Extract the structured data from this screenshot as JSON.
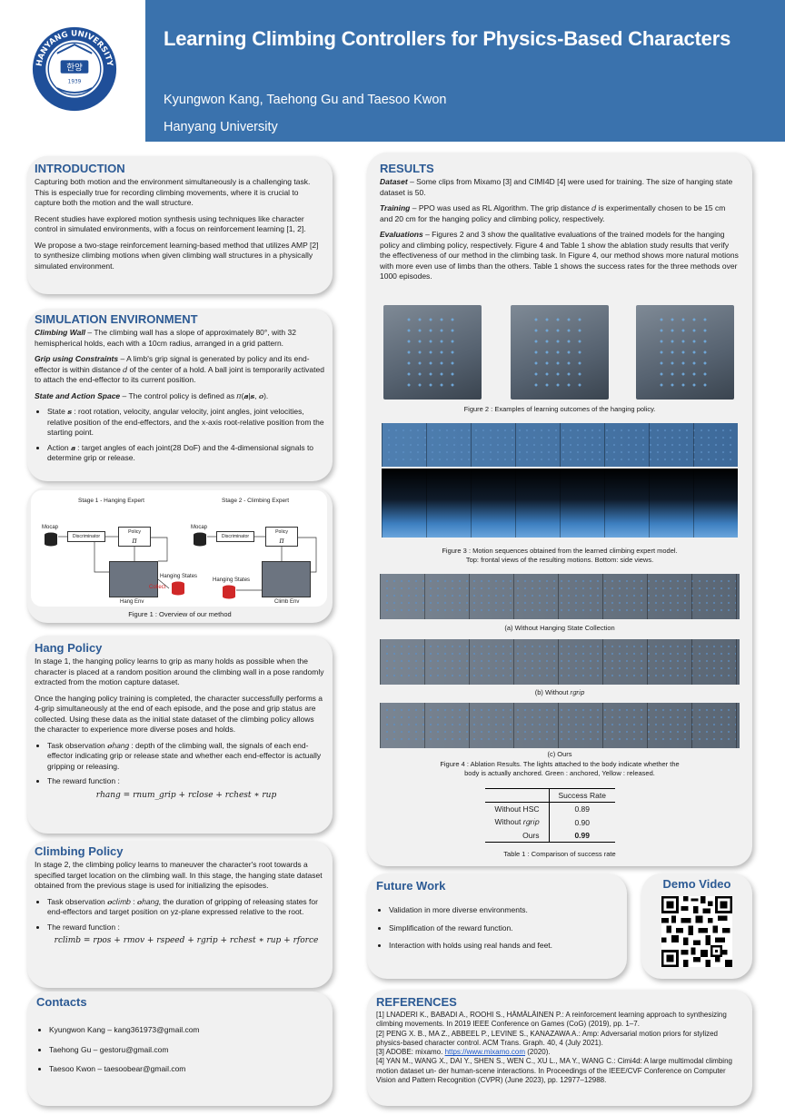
{
  "header": {
    "title": "Learning Climbing Controllers for Physics-Based Characters",
    "authors": "Kyungwon Kang, Taehong Gu and Taesoo Kwon",
    "affiliation": "Hanyang University",
    "logo_text_top": "HANYANG UNIVERSITY",
    "logo_text_center": "한양",
    "logo_year": "1939"
  },
  "intro": {
    "heading": "INTRODUCTION",
    "p1": "Capturing both motion and the environment simultaneously is a challenging task. This is especially true for recording climbing movements, where it is crucial to capture both the motion and the wall structure.",
    "p2": "Recent studies have explored motion synthesis using techniques like character control in simulated environments, with a focus on reinforcement learning [1, 2].",
    "p3": "We propose a two-stage reinforcement learning-based method that utilizes AMP [2] to synthesize climbing motions when given climbing wall structures in a physically simulated environment."
  },
  "sim": {
    "heading": "SIMULATION ENVIRONMENT",
    "wall_label": "Climbing Wall",
    "wall_text": " – The climbing wall has a slope of approximately 80°, with 32 hemispherical holds, each with a 10cm radius, arranged in a grid pattern.",
    "grip_label": "Grip using Constraints",
    "grip_text": " – A limb's grip signal is generated by policy and its end-effector is within distance 𝑑 of the center of a hold. A ball joint is temporarily activated to attach the end-effector to its current position.",
    "state_label": "State and Action Space",
    "state_text": " – The control policy is defined as 𝜋(𝒂|𝒔, 𝒐).",
    "bullet1": "State 𝒔 : root rotation, velocity, angular velocity, joint angles, joint velocities, relative position of the end-effectors, and the x-axis root-relative position from the starting point.",
    "bullet2": "Action 𝒂 :  target angles of each joint(28 DoF) and the 4-dimensional signals to determine grip or release."
  },
  "fig1": {
    "stage1": "Stage 1 - Hanging Expert",
    "stage2": "Stage 2 - Climbing Expert",
    "mocap": "Mocap",
    "discriminator": "Discriminator",
    "policy": "Policy",
    "pi": "π",
    "hanging_states": "Hanging States",
    "collect": "Collect",
    "hang_env": "Hang Env",
    "climb_env": "Climb Env",
    "caption": "Figure 1 : Overview of our method"
  },
  "hang": {
    "heading": "Hang Policy",
    "p1": "In stage 1, the hanging policy learns to grip as many holds as possible when the character is placed at a random position around the climbing wall in a pose randomly extracted from the motion capture dataset.",
    "p2": "Once the hanging policy training is completed, the character successfully performs a 4-grip simultaneously at the end of each episode, and the pose and grip status are collected. Using these data as the initial state dataset of the climbing policy allows the character to experience more diverse poses and holds.",
    "bullet1": "Task observation 𝒐ℎ𝑎𝑛𝑔 : depth of the climbing wall, the signals of each end-effector indicating grip or release state and whether each end-effector is actually gripping or releasing.",
    "bullet2": "The reward function :",
    "equation": "rhang  =  rnum_grip  +  rclose  +  rchest ∗ rup"
  },
  "climb": {
    "heading": "Climbing Policy",
    "p1": "In stage 2, the climbing policy learns to maneuver the character's root towards a specified target location on the climbing wall. In this stage, the hanging state dataset obtained from the previous stage is used for initializing the episodes.",
    "bullet1": "Task observation 𝒐𝑐𝑙𝑖𝑚𝑏 : 𝒐ℎ𝑎𝑛𝑔, the duration of gripping of releasing states for end-effectors and target position on yz-plane expressed relative to the root.",
    "bullet2": "The reward  function :",
    "equation": "rclimb  =  rpos  +  rmov + rspeed + rgrip + rchest ∗ rup + rforce"
  },
  "contacts": {
    "heading": "Contacts",
    "items": [
      "Kyungwon Kang – kang361973@gmail.com",
      "Taehong Gu – gestoru@gmail.com",
      "Taesoo Kwon – taesoobear@gmail.com"
    ]
  },
  "results": {
    "heading": "RESULTS",
    "dataset_label": "Dataset",
    "dataset_text": " – Some clips from Mixamo [3] and CIMI4D [4] were used for training. The size of hanging state dataset is 50.",
    "training_label": "Training",
    "training_text": " – PPO was used as RL Algorithm. The grip distance 𝑑 is experimentally chosen to be 15 cm and 20 cm for the hanging policy and climbing policy, respectively.",
    "eval_label": "Evaluations",
    "eval_text": " – Figures 2 and 3 show the qualitative evaluations of the trained models for the hanging policy and climbing policy, respectively. Figure 4 and Table 1 show the ablation study results that verify the effectiveness of our method in the climbing task. In Figure 4, our method shows more natural motions with more even use of limbs than the others. Table 1 shows the success rates for the three methods over 1000 episodes.",
    "fig2_caption": "Figure 2 : Examples of learning outcomes of the hanging policy.",
    "fig3_caption1": "Figure 3 : Motion sequences obtained from the learned climbing expert model.",
    "fig3_caption2": "Top: frontal views of the resulting motions. Bottom: side views.",
    "fig4a": "(a) Without Hanging State Collection",
    "fig4b": "(b) Without 𝑟𝑔𝑟𝑖𝑝",
    "fig4c": "(c) Ours",
    "fig4_caption1": "Figure 4 : Ablation Results. The lights attached to the body indicate whether the",
    "fig4_caption2": "body is actually anchored. Green : anchored, Yellow : released.",
    "table_header": "Success Rate",
    "table_rows": [
      {
        "method": "Without HSC",
        "rate": "0.89"
      },
      {
        "method": "Without 𝑟𝑔𝑟𝑖𝑝",
        "rate": "0.90"
      },
      {
        "method": "Ours",
        "rate": "0.99"
      }
    ],
    "table_caption": "Table 1 : Comparison of success rate"
  },
  "future": {
    "heading": "Future Work",
    "items": [
      "Validation in more diverse environments.",
      "Simplification of the reward function.",
      "Interaction with holds using real hands and feet."
    ]
  },
  "demo": {
    "heading": "Demo Video"
  },
  "refs": {
    "heading": "REFERENCES",
    "r1": "[1] LNADERI K., BABADI A., ROOHI S., HÄMÄLÄINEN P.: A reinforcement learning approach to synthesizing climbing movements. In 2019 IEEE Conference on Games (CoG) (2019), pp. 1–7.",
    "r2": "[2] PENG X. B., MA Z., ABBEEL P., LEVINE S., KANAZAWA A.: Amp: Adversarial motion priors for stylized physics-based character control. ACM Trans. Graph. 40, 4 (July 2021).",
    "r3_pre": "[3] ADOBE: mixamo. ",
    "r3_link": "https://www.mixamo.com",
    "r3_post": " (2020).",
    "r4": "[4] YAN M., WANG X., DAI Y., SHEN S., WEN C., XU L., MA Y., WANG C.: Cimi4d: A large multimodal climbing motion dataset un- der human-scene interactions. In Proceedings of the IEEE/CVF Conference on Computer Vision and Pattern Recognition (CVPR) (June 2023), pp. 12977–12988."
  }
}
